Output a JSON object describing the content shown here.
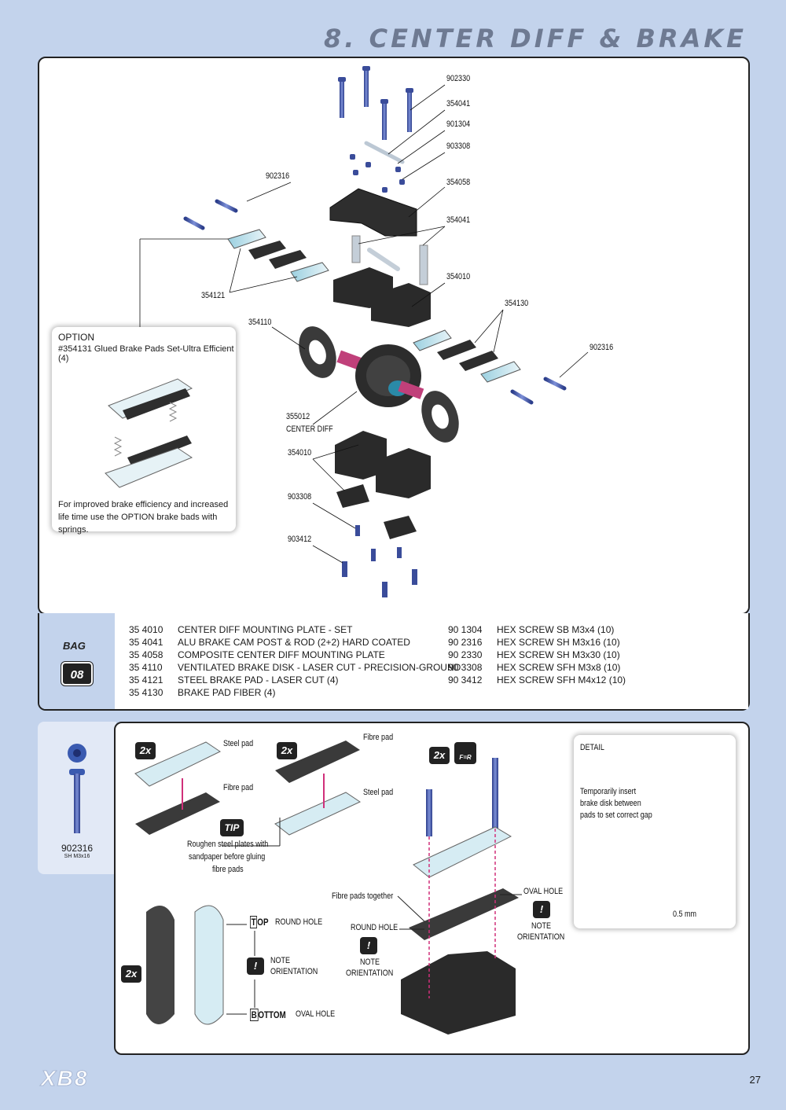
{
  "header": {
    "title": "8. CENTER DIFF & BRAKE"
  },
  "diagram": {
    "labels": [
      {
        "id": "l1",
        "text": "902330"
      },
      {
        "id": "l2",
        "text": "354041"
      },
      {
        "id": "l3",
        "text": "901304"
      },
      {
        "id": "l4",
        "text": "903308"
      },
      {
        "id": "l5",
        "text": "902316"
      },
      {
        "id": "l6",
        "text": "354058"
      },
      {
        "id": "l7",
        "text": "354041"
      },
      {
        "id": "l8",
        "text": "354010"
      },
      {
        "id": "l9",
        "text": "354121"
      },
      {
        "id": "l10",
        "text": "354130"
      },
      {
        "id": "l11",
        "text": "354110"
      },
      {
        "id": "l12",
        "text": "902316"
      },
      {
        "id": "l13",
        "text": "355012"
      },
      {
        "id": "l14",
        "text": "CENTER DIFF"
      },
      {
        "id": "l15",
        "text": "354010"
      },
      {
        "id": "l16",
        "text": "903308"
      },
      {
        "id": "l17",
        "text": "903412"
      }
    ],
    "option": {
      "title": "OPTION",
      "subtitle": "#354131 Glued Brake Pads Set-Ultra Efficient (4)",
      "note": "For improved brake efficiency and increased life time use the OPTION brake bads with springs."
    }
  },
  "parts": {
    "bag_label": "BAG",
    "bag_number": "08",
    "left": [
      {
        "code": "35 4010",
        "name": "CENTER DIFF MOUNTING PLATE - SET"
      },
      {
        "code": "35 4041",
        "name": "ALU BRAKE CAM POST & ROD (2+2) HARD COATED"
      },
      {
        "code": "35 4058",
        "name": "COMPOSITE CENTER DIFF MOUNTING PLATE"
      },
      {
        "code": "35 4110",
        "name": "VENTILATED BRAKE DISK - LASER CUT - PRECISION-GROUND"
      },
      {
        "code": "35 4121",
        "name": "STEEL BRAKE PAD - LASER CUT (4)"
      },
      {
        "code": "35 4130",
        "name": "BRAKE PAD FIBER (4)"
      }
    ],
    "right": [
      {
        "code": "90 1304",
        "name": "HEX SCREW  SB M3x4  (10)"
      },
      {
        "code": "90 2316",
        "name": "HEX SCREW  SH M3x16  (10)"
      },
      {
        "code": "90 2330",
        "name": "HEX SCREW  SH M3x30  (10)"
      },
      {
        "code": "90 3308",
        "name": "HEX SCREW  SFH M3x8  (10)"
      },
      {
        "code": "90 3412",
        "name": "HEX SCREW  SFH M4x12  (10)"
      }
    ]
  },
  "step": {
    "screw_code": "902316",
    "screw_size": "SH M3x16",
    "badge": "2x",
    "steel_pad": "Steel pad",
    "fibre_pad": "Fibre pad",
    "tip": "TIP",
    "tip_text_1": "Roughen steel plates with",
    "tip_text_2": "sandpaper before gluing",
    "tip_text_3": "fibre pads",
    "fr": "F=R",
    "fibre_together": "Fibre pads together",
    "oval_hole": "OVAL HOLE",
    "round_hole": "ROUND HOLE",
    "note": "NOTE",
    "orientation": "ORIENTATION",
    "top_big": "T",
    "top_rest": "OP",
    "bottom_big": "B",
    "bottom_rest": "OTTOM",
    "detail": {
      "title": "DETAIL",
      "text_1": "Temporarily insert",
      "text_2": "brake disk between",
      "text_3": "pads to set correct gap",
      "gap": "0.5 mm"
    }
  },
  "footer": {
    "logo": "XB8",
    "page": "27"
  }
}
